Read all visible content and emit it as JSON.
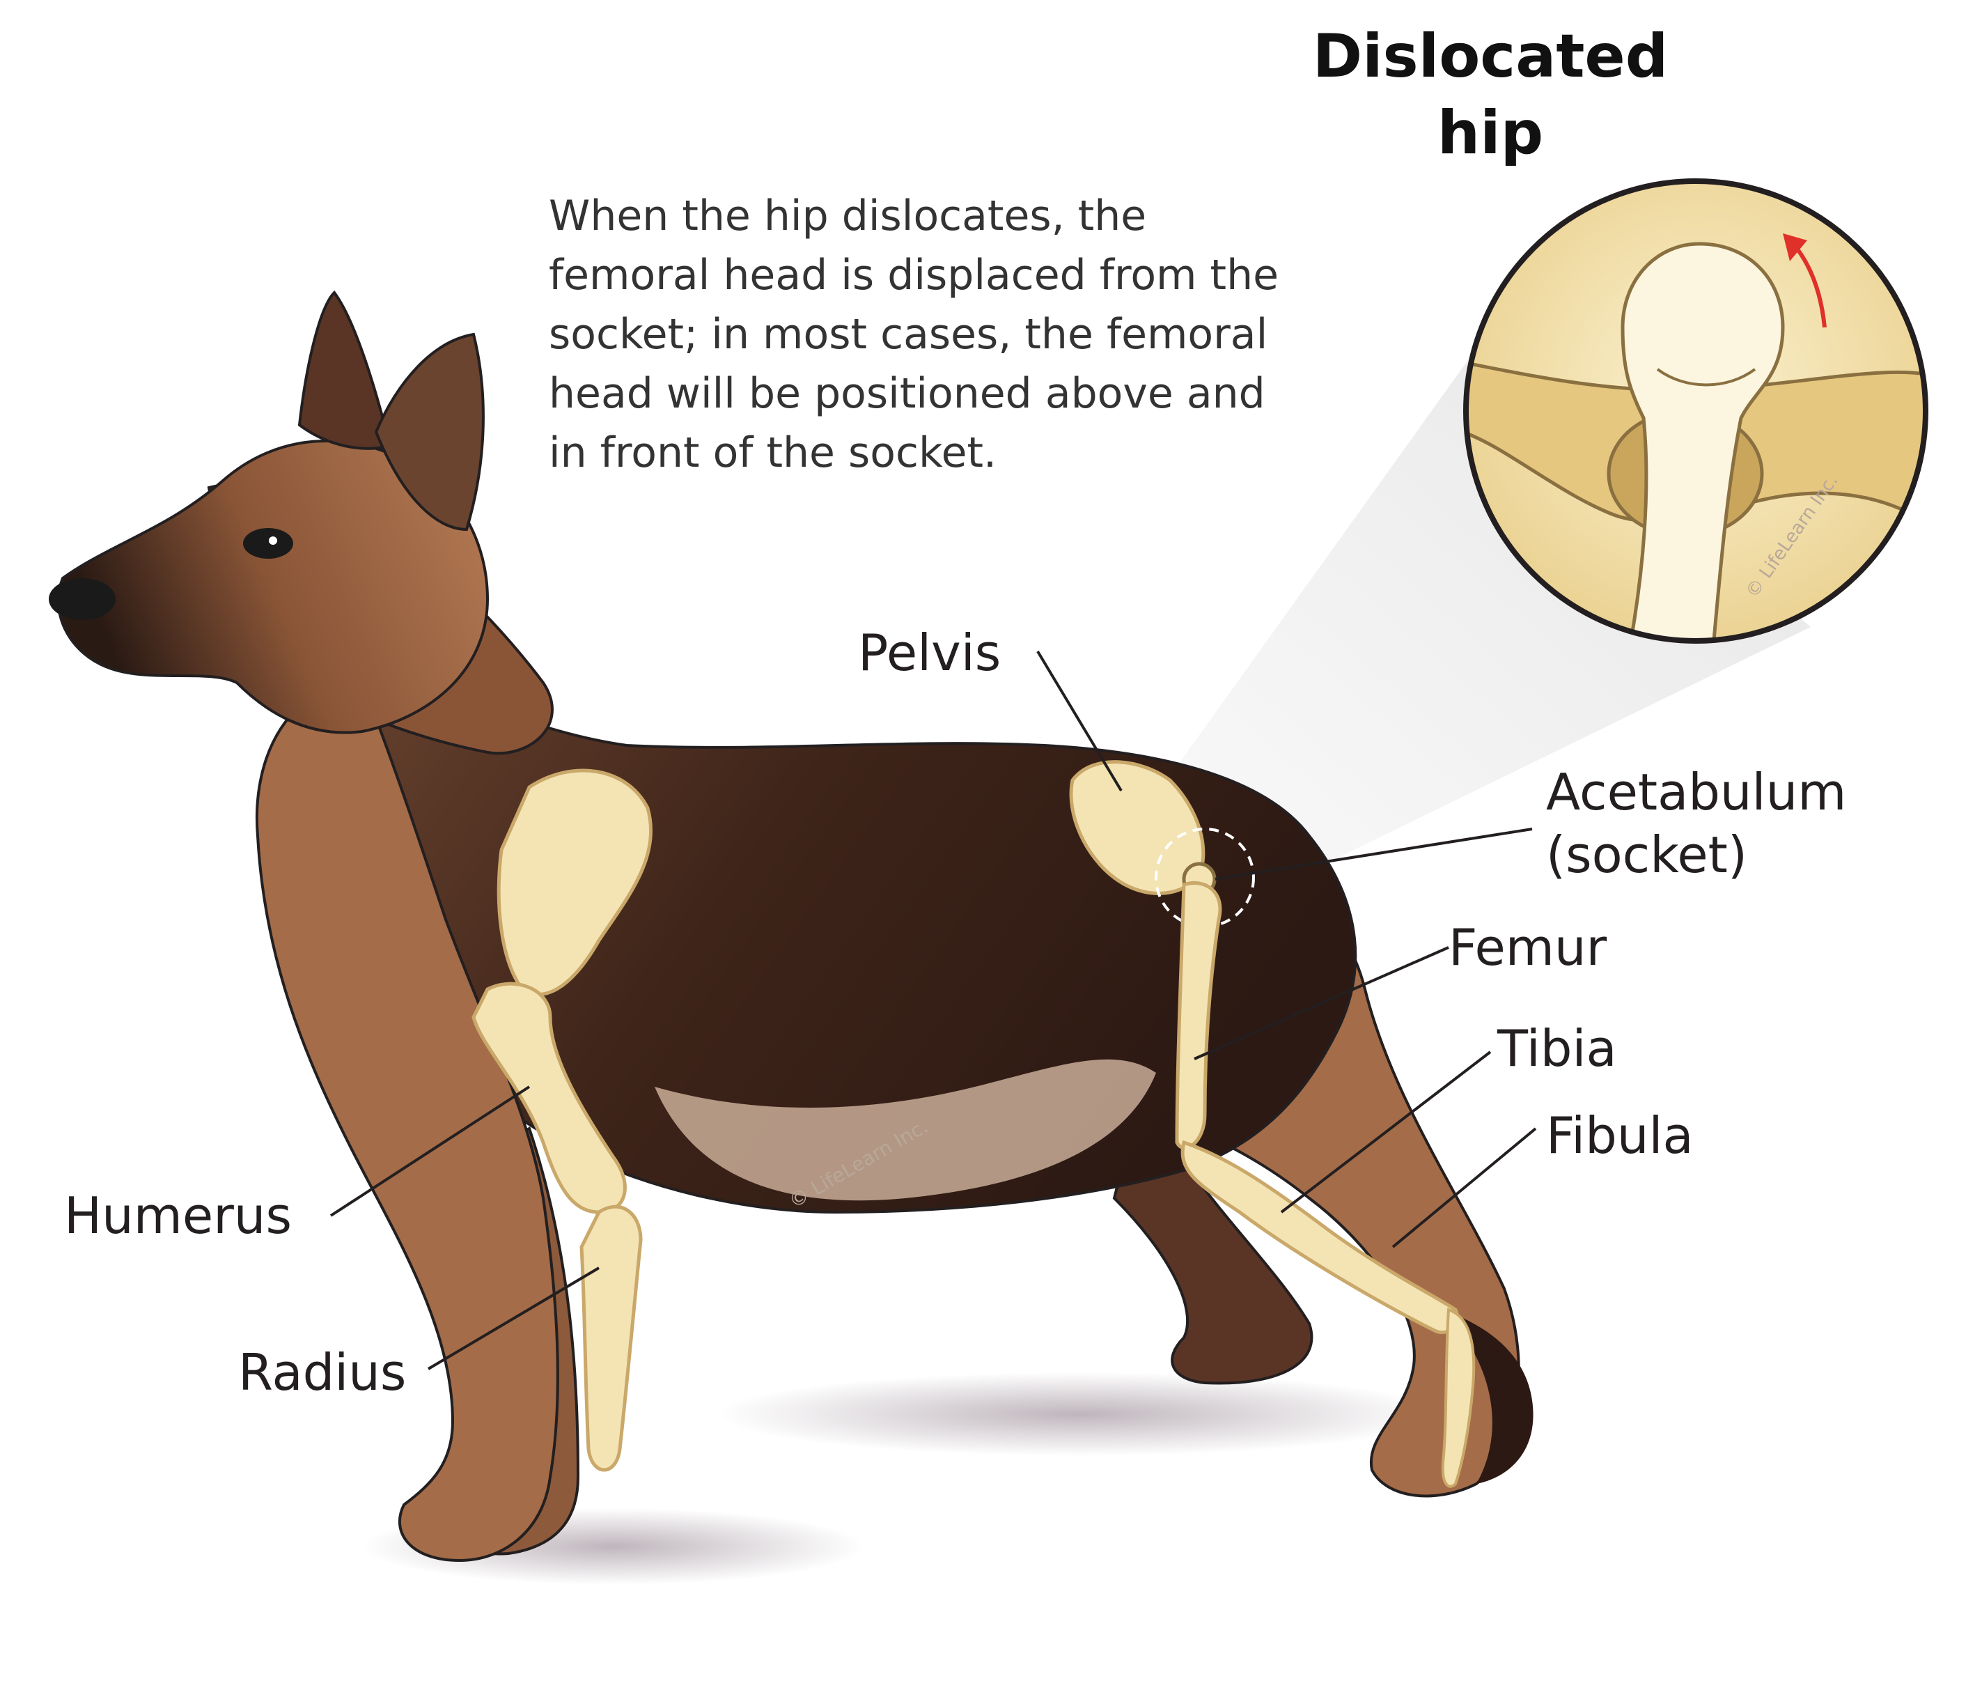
{
  "title": {
    "line1": "Dislocated",
    "line2": "hip"
  },
  "description": [
    "When the hip dislocates, the",
    "femoral head is displaced from the",
    "socket; in most cases, the femoral",
    "head will be positioned above and",
    "in front of the socket."
  ],
  "labels": {
    "pelvis": "Pelvis",
    "acetabulum_line1": "Acetabulum",
    "acetabulum_line2": "(socket)",
    "femur": "Femur",
    "tibia": "Tibia",
    "fibula": "Fibula",
    "humerus": "Humerus",
    "radius": "Radius"
  },
  "watermark": "© LifeLearn Inc.",
  "colors": {
    "bone": "#f4e4b4",
    "bone_outline": "#c9a86a",
    "coat_tan": "#b07a52",
    "coat_dark": "#3a2217",
    "leader_line": "#231f20",
    "arrow_red": "#e0302a"
  }
}
